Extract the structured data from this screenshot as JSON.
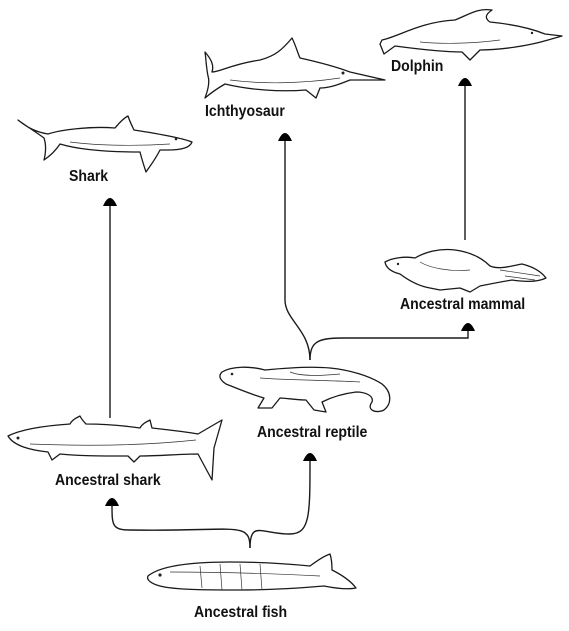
{
  "labels": {
    "dolphin": "Dolphin",
    "ichthyosaur": "Ichthyosaur",
    "shark": "Shark",
    "ancestral_mammal": "Ancestral mammal",
    "ancestral_reptile": "Ancestral reptile",
    "ancestral_shark": "Ancestral shark",
    "ancestral_fish": "Ancestral fish"
  }
}
